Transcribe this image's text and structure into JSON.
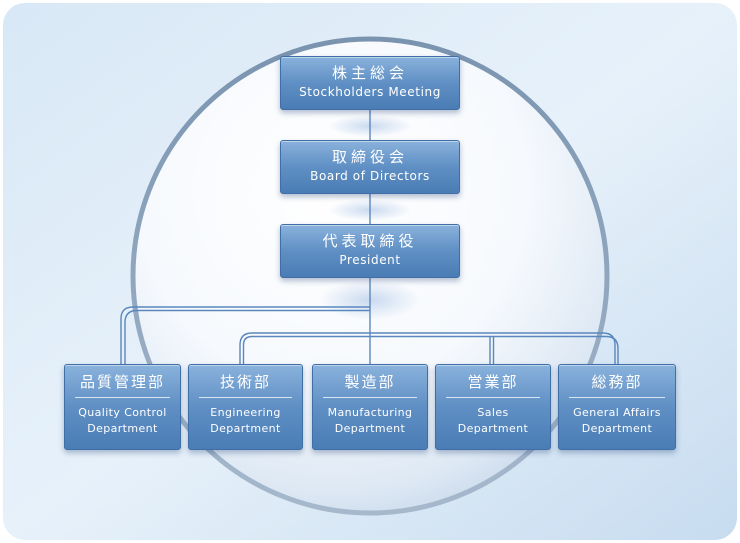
{
  "top_nodes": [
    {
      "jp": "株主総会",
      "en": "Stockholders Meeting"
    },
    {
      "jp": "取締役会",
      "en": "Board of Directors"
    },
    {
      "jp": "代表取締役",
      "en": "President"
    }
  ],
  "departments": [
    {
      "jp": "品質管理部",
      "en1": "Quality Control",
      "en2": "Department"
    },
    {
      "jp": "技術部",
      "en1": "Engineering",
      "en2": "Department"
    },
    {
      "jp": "製造部",
      "en1": "Manufacturing",
      "en2": "Department"
    },
    {
      "jp": "営業部",
      "en1": "Sales",
      "en2": "Department"
    },
    {
      "jp": "総務部",
      "en1": "General Affairs",
      "en2": "Department"
    }
  ],
  "colors": {
    "node_fill": "#5f8fc4",
    "node_border": "#3f6fa6",
    "connector": "#5a87bd",
    "background": "#cfe2f4"
  }
}
